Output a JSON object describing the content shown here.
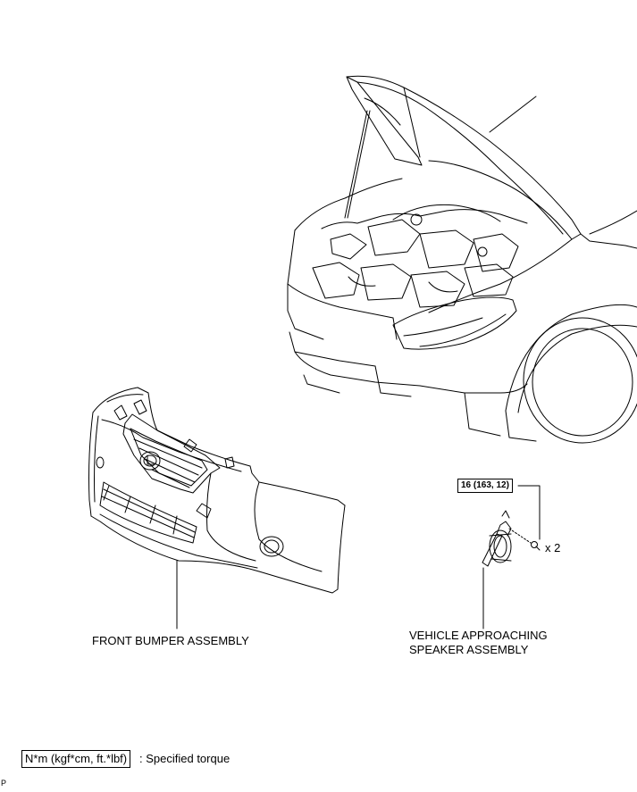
{
  "labels": {
    "front_bumper": "FRONT BUMPER ASSEMBLY",
    "speaker_line1": "VEHICLE APPROACHING",
    "speaker_line2": "SPEAKER ASSEMBLY",
    "torque_value": "16 (163, 12)",
    "bolt_quantity": "x 2"
  },
  "legend": {
    "symbol": "N*m (kgf*cm, ft.*lbf)",
    "description": ": Specified torque"
  },
  "page_code": "P"
}
